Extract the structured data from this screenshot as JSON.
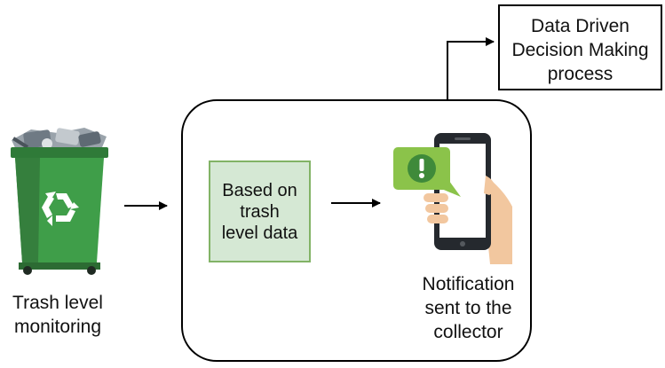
{
  "nodes": {
    "bin": {
      "label_lines": [
        "Trash level",
        "monitoring"
      ],
      "icon": "recycle-bin-icon"
    },
    "data_box": {
      "label_lines": [
        "Based on",
        "trash",
        "level data"
      ]
    },
    "phone": {
      "label_lines": [
        "Notification",
        "sent to the",
        "collector"
      ],
      "icon": "phone-notification-icon"
    },
    "decision": {
      "label_lines": [
        "Data Driven",
        "Decision Making",
        "process"
      ]
    }
  },
  "colors": {
    "bin_green": "#3f9e49",
    "data_box_fill": "#d5e8d4",
    "data_box_border": "#82b366",
    "notification_green": "#8bc34a",
    "stroke": "#000000"
  }
}
